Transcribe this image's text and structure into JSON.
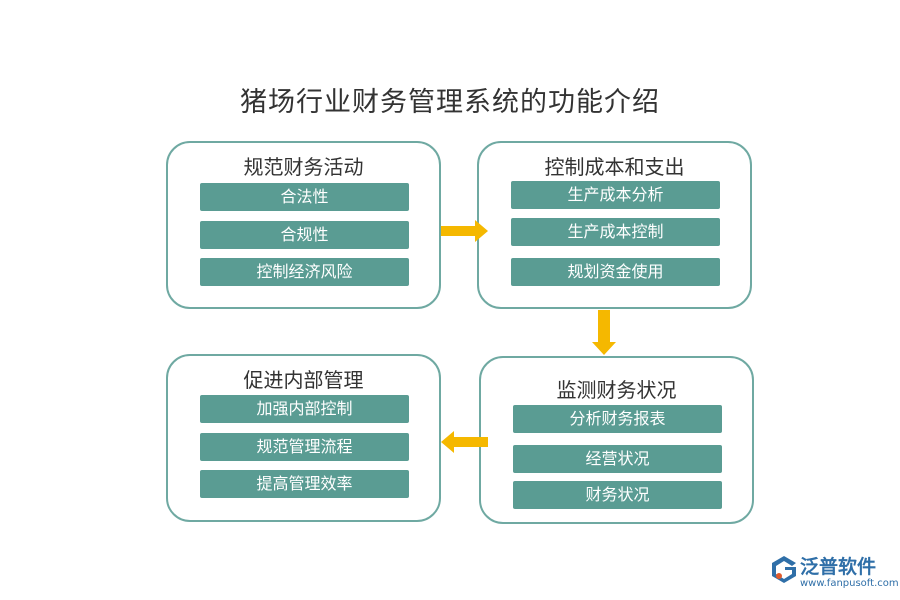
{
  "title": "猪场行业财务管理系统的功能介绍",
  "boxes": {
    "top_left": {
      "title": "规范财务活动",
      "items": [
        "合法性",
        "合规性",
        "控制经济风险"
      ]
    },
    "top_right": {
      "title": "控制成本和支出",
      "items": [
        "生产成本分析",
        "生产成本控制",
        "规划资金使用"
      ]
    },
    "bottom_right": {
      "title": "监测财务状况",
      "items": [
        "分析财务报表",
        "经营状况",
        "财务状况"
      ]
    },
    "bottom_left": {
      "title": "促进内部管理",
      "items": [
        "加强内部控制",
        "规范管理流程",
        "提高管理效率"
      ]
    }
  },
  "colors": {
    "box_border": "#6fa9a2",
    "item_fill": "#5a9c93",
    "arrow": "#f5b800",
    "brand": "#2f6fa8"
  },
  "logo": {
    "name": "泛普软件",
    "url": "www.fanpusoft.com"
  }
}
